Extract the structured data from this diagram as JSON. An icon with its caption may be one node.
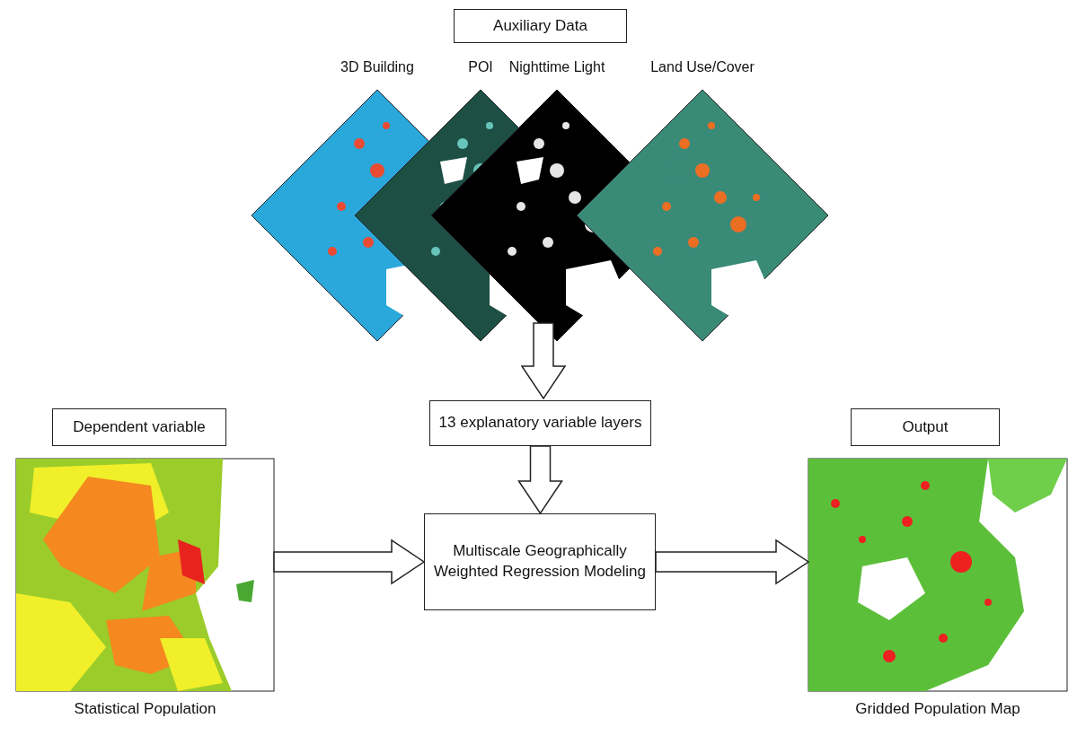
{
  "diagram": {
    "nodes": [
      {
        "text": [
          "Auxiliary Data"
        ]
      },
      {
        "text": [
          "3D Building"
        ]
      },
      {
        "text": [
          "POI"
        ]
      },
      {
        "text": [
          "Nighttime Light"
        ]
      },
      {
        "text": [
          "Land Use/Cover"
        ]
      },
      {
        "text": [
          "13 explanatory variable layers"
        ]
      },
      {
        "text": [
          "Dependent variable"
        ]
      },
      {
        "text": [],
        "shape": "picture",
        "beside": [
          "Statistical Population"
        ]
      },
      {
        "text": [
          "Multiscale Geographically Weighted Regression Modeling"
        ]
      },
      {
        "text": [
          "Output"
        ]
      },
      {
        "text": [],
        "shape": "picture",
        "beside": [
          "Gridded Population Map"
        ]
      }
    ],
    "edges": [
      {
        "from": 3,
        "to": 5,
        "arrow": "to"
      },
      {
        "from": 5,
        "to": 8,
        "arrow": "to"
      },
      {
        "from": 7,
        "to": 8,
        "arrow": "to"
      },
      {
        "from": 8,
        "to": 10,
        "arrow": "to"
      }
    ]
  }
}
